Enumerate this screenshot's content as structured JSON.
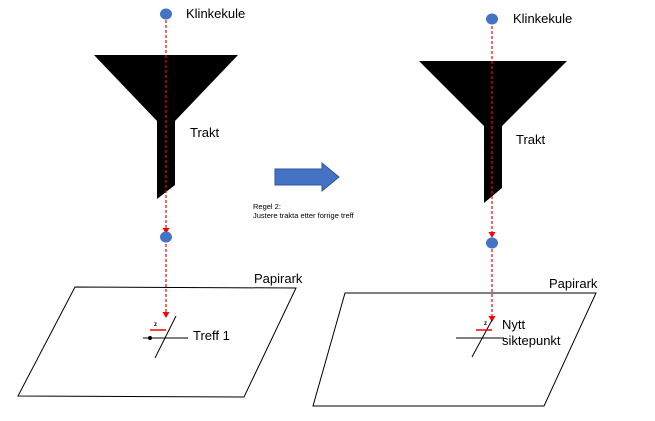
{
  "left": {
    "ball_label": "Klinkekule",
    "funnel_label": "Trakt",
    "paper_label": "Papirark",
    "hit_label": "Treff 1",
    "offset_label": "z"
  },
  "right": {
    "ball_label": "Klinkekule",
    "funnel_label": "Trakt",
    "paper_label": "Papirark",
    "aim_label_line1": "Nytt",
    "aim_label_line2": "siktepunkt",
    "offset_label": "z"
  },
  "rule": {
    "title": "Regel 2:",
    "text": "Justere trakta etter forrige treff"
  },
  "colors": {
    "ball": "#4472C4",
    "arrow": "#4472C4",
    "path": "#FF0000",
    "funnel": "#000000",
    "paper_stroke": "#000000"
  }
}
